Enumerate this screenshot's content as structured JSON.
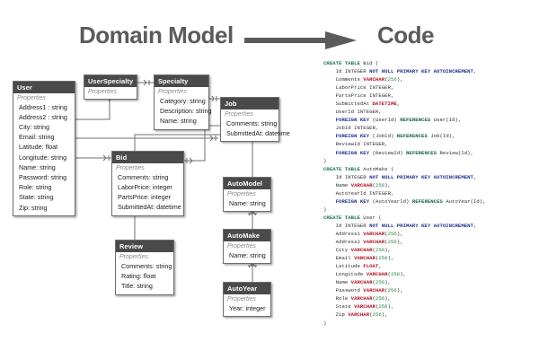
{
  "header": {
    "left_title": "Domain Model",
    "right_title": "Code",
    "arrow": "right-arrow"
  },
  "diagram": {
    "properties_label": "Properties",
    "entities": [
      {
        "name": "User",
        "attributes": [
          "Address1 : string",
          "Address2 : string",
          "City: string",
          "Email: string",
          "Latitude: float",
          "Longitude: string",
          "Name: string",
          "Password: string",
          "Role: string",
          "State: string",
          "Zip: string"
        ]
      },
      {
        "name": "UserSpecialty",
        "attributes": []
      },
      {
        "name": "Specialty",
        "attributes": [
          "Category: string",
          "Description: string",
          "Name: string"
        ]
      },
      {
        "name": "Job",
        "attributes": [
          "Comments: string",
          "SubmittedAt: datetime"
        ]
      },
      {
        "name": "Bid",
        "attributes": [
          "Comments: string",
          "LaborPrice: integer",
          "PartsPrice: integer",
          "SubmittedAt: datetime"
        ]
      },
      {
        "name": "Review",
        "attributes": [
          "Comments: string",
          "Rating: float",
          "Title: string"
        ]
      },
      {
        "name": "AutoModel",
        "attributes": [
          "Name: string"
        ]
      },
      {
        "name": "AutoMake",
        "attributes": [
          "Name: string"
        ]
      },
      {
        "name": "AutoYear",
        "attributes": [
          "Year: integer"
        ]
      }
    ]
  },
  "code": {
    "language": "sql",
    "lines": [
      [
        {
          "t": "CREATE TABLE ",
          "c": "kw"
        },
        {
          "t": "Bid (",
          "c": "pln"
        }
      ],
      [
        {
          "t": "    Id INTEGER ",
          "c": "pln"
        },
        {
          "t": "NOT NULL PRIMARY KEY AUTOINCREMENT",
          "c": "cons"
        },
        {
          "t": ",",
          "c": "pln"
        }
      ],
      [
        {
          "t": "    Comments ",
          "c": "pln"
        },
        {
          "t": "VARCHAR",
          "c": "type"
        },
        {
          "t": "(",
          "c": "pln"
        },
        {
          "t": "256",
          "c": "num"
        },
        {
          "t": "),",
          "c": "pln"
        }
      ],
      [
        {
          "t": "    LaborPrice INTEGER,",
          "c": "pln"
        }
      ],
      [
        {
          "t": "    PartsPrice INTEGER,",
          "c": "pln"
        }
      ],
      [
        {
          "t": "    SubmittedAt ",
          "c": "pln"
        },
        {
          "t": "DATETIME",
          "c": "type"
        },
        {
          "t": ",",
          "c": "pln"
        }
      ],
      [
        {
          "t": "    UserId INTEGER,",
          "c": "pln"
        }
      ],
      [
        {
          "t": "    ",
          "c": "pln"
        },
        {
          "t": "FOREIGN KEY",
          "c": "cons"
        },
        {
          "t": " (UserId) ",
          "c": "pln"
        },
        {
          "t": "REFERENCES",
          "c": "ref"
        },
        {
          "t": " User(Id),",
          "c": "pln"
        }
      ],
      [
        {
          "t": "    JobId INTEGER,",
          "c": "pln"
        }
      ],
      [
        {
          "t": "    ",
          "c": "pln"
        },
        {
          "t": "FOREIGN KEY",
          "c": "cons"
        },
        {
          "t": " (JobId) ",
          "c": "pln"
        },
        {
          "t": "REFERENCES",
          "c": "ref"
        },
        {
          "t": " Job(Id),",
          "c": "pln"
        }
      ],
      [
        {
          "t": "    ReviewId INTEGER,",
          "c": "pln"
        }
      ],
      [
        {
          "t": "    ",
          "c": "pln"
        },
        {
          "t": "FOREIGN KEY",
          "c": "cons"
        },
        {
          "t": " (ReviewId) ",
          "c": "pln"
        },
        {
          "t": "REFERENCES",
          "c": "ref"
        },
        {
          "t": " Review(Id),",
          "c": "pln"
        }
      ],
      [
        {
          "t": ")",
          "c": "pln"
        }
      ],
      [
        {
          "t": "CREATE TABLE ",
          "c": "kw"
        },
        {
          "t": "AutoMake (",
          "c": "pln"
        }
      ],
      [
        {
          "t": "    Id INTEGER ",
          "c": "pln"
        },
        {
          "t": "NOT NULL PRIMARY KEY AUTOINCREMENT",
          "c": "cons"
        },
        {
          "t": ",",
          "c": "pln"
        }
      ],
      [
        {
          "t": "    Name ",
          "c": "pln"
        },
        {
          "t": "VARCHAR",
          "c": "type"
        },
        {
          "t": "(",
          "c": "pln"
        },
        {
          "t": "256",
          "c": "num"
        },
        {
          "t": "),",
          "c": "pln"
        }
      ],
      [
        {
          "t": "    AutoYearId INTEGER,",
          "c": "pln"
        }
      ],
      [
        {
          "t": "    ",
          "c": "pln"
        },
        {
          "t": "FOREIGN KEY",
          "c": "cons"
        },
        {
          "t": " (AutoYearId) ",
          "c": "pln"
        },
        {
          "t": "REFERENCES",
          "c": "ref"
        },
        {
          "t": " AutoYear(Id),",
          "c": "pln"
        }
      ],
      [
        {
          "t": ")",
          "c": "pln"
        }
      ],
      [
        {
          "t": "CREATE TABLE ",
          "c": "kw"
        },
        {
          "t": "User (",
          "c": "pln"
        }
      ],
      [
        {
          "t": "    Id INTEGER ",
          "c": "pln"
        },
        {
          "t": "NOT NULL PRIMARY KEY AUTOINCREMENT",
          "c": "cons"
        },
        {
          "t": ",",
          "c": "pln"
        }
      ],
      [
        {
          "t": "    Address1 ",
          "c": "pln"
        },
        {
          "t": "VARCHAR",
          "c": "type"
        },
        {
          "t": "(",
          "c": "pln"
        },
        {
          "t": "256",
          "c": "num"
        },
        {
          "t": "),",
          "c": "pln"
        }
      ],
      [
        {
          "t": "    Address2 ",
          "c": "pln"
        },
        {
          "t": "VARCHAR",
          "c": "type"
        },
        {
          "t": "(",
          "c": "pln"
        },
        {
          "t": "256",
          "c": "num"
        },
        {
          "t": "),",
          "c": "pln"
        }
      ],
      [
        {
          "t": "    City ",
          "c": "pln"
        },
        {
          "t": "VARCHAR",
          "c": "type"
        },
        {
          "t": "(",
          "c": "pln"
        },
        {
          "t": "256",
          "c": "num"
        },
        {
          "t": "),",
          "c": "pln"
        }
      ],
      [
        {
          "t": "    Email ",
          "c": "pln"
        },
        {
          "t": "VARCHAR",
          "c": "type"
        },
        {
          "t": "(",
          "c": "pln"
        },
        {
          "t": "256",
          "c": "num"
        },
        {
          "t": "),",
          "c": "pln"
        }
      ],
      [
        {
          "t": "    Latitude ",
          "c": "pln"
        },
        {
          "t": "FLOAT",
          "c": "type"
        },
        {
          "t": ",",
          "c": "pln"
        }
      ],
      [
        {
          "t": "    Longitude ",
          "c": "pln"
        },
        {
          "t": "VARCHAR",
          "c": "type"
        },
        {
          "t": "(",
          "c": "pln"
        },
        {
          "t": "256",
          "c": "num"
        },
        {
          "t": "),",
          "c": "pln"
        }
      ],
      [
        {
          "t": "    Name ",
          "c": "pln"
        },
        {
          "t": "VARCHAR",
          "c": "type"
        },
        {
          "t": "(",
          "c": "pln"
        },
        {
          "t": "256",
          "c": "num"
        },
        {
          "t": "),",
          "c": "pln"
        }
      ],
      [
        {
          "t": "    Password ",
          "c": "pln"
        },
        {
          "t": "VARCHAR",
          "c": "type"
        },
        {
          "t": "(",
          "c": "pln"
        },
        {
          "t": "256",
          "c": "num"
        },
        {
          "t": "),",
          "c": "pln"
        }
      ],
      [
        {
          "t": "    Role ",
          "c": "pln"
        },
        {
          "t": "VARCHAR",
          "c": "type"
        },
        {
          "t": "(",
          "c": "pln"
        },
        {
          "t": "256",
          "c": "num"
        },
        {
          "t": "),",
          "c": "pln"
        }
      ],
      [
        {
          "t": "    State ",
          "c": "pln"
        },
        {
          "t": "VARCHAR",
          "c": "type"
        },
        {
          "t": "(",
          "c": "pln"
        },
        {
          "t": "256",
          "c": "num"
        },
        {
          "t": "),",
          "c": "pln"
        }
      ],
      [
        {
          "t": "    Zip ",
          "c": "pln"
        },
        {
          "t": "VARCHAR",
          "c": "type"
        },
        {
          "t": "(",
          "c": "pln"
        },
        {
          "t": "256",
          "c": "num"
        },
        {
          "t": "),",
          "c": "pln"
        }
      ],
      [
        {
          "t": ")",
          "c": "pln"
        }
      ]
    ]
  },
  "colors": {
    "title_gray": "#5b5b5b",
    "entity_header": "#4a4a4a",
    "entity_border": "#6e6e6e",
    "wire": "#6f6f6f",
    "kw_green": "#17705e",
    "constraint_blue": "#1a2f8f",
    "references_green": "#18603f",
    "type_red": "#b01020",
    "number_green": "#1d7a3a"
  }
}
